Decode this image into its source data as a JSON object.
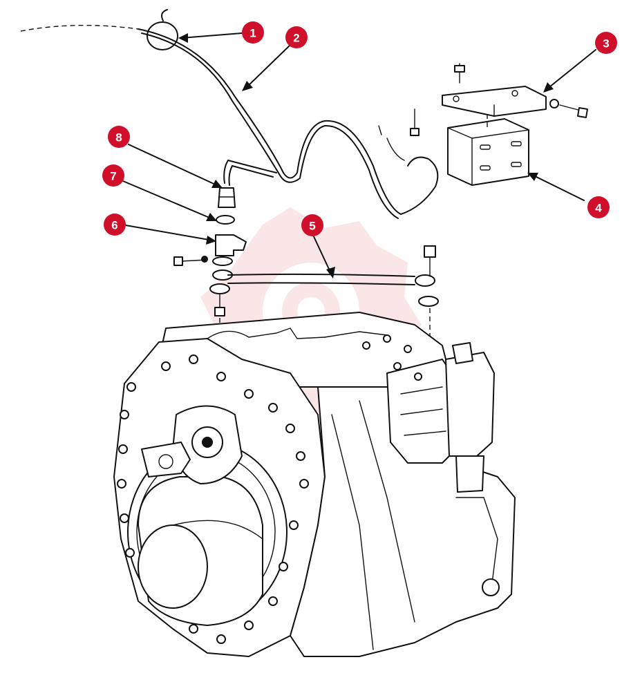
{
  "diagram": {
    "callouts": [
      {
        "number": "1",
        "part": "clamp-loop"
      },
      {
        "number": "2",
        "part": "cable-harness"
      },
      {
        "number": "3",
        "part": "mounting-bracket"
      },
      {
        "number": "4",
        "part": "switch-box"
      },
      {
        "number": "5",
        "part": "tube-line"
      },
      {
        "number": "6",
        "part": "bracket-fitting"
      },
      {
        "number": "7",
        "part": "washer"
      },
      {
        "number": "8",
        "part": "sender-unit"
      }
    ],
    "badge_color": "#d0102a",
    "watermark_color": "#f2b8b8"
  }
}
